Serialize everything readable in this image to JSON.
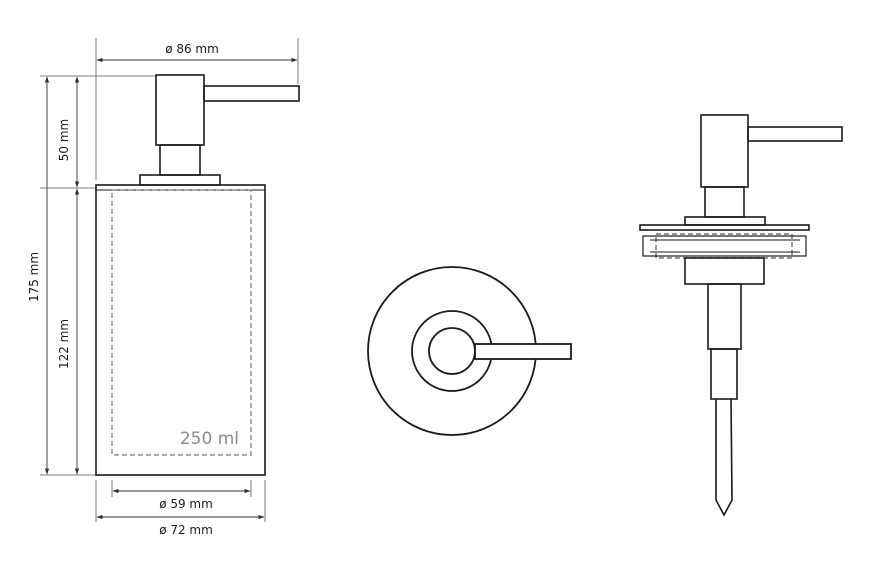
{
  "dimensions": {
    "top_width": "ø 86 mm",
    "total_height": "175 mm",
    "pump_height": "50 mm",
    "body_height": "122 mm",
    "inner_width": "ø 59 mm",
    "outer_width": "ø 72 mm"
  },
  "capacity": "250 ml",
  "colors": {
    "line": "#1a1a1a",
    "dimension_line": "#333333",
    "hidden_line": "#777777",
    "capacity_text": "#8a8a8a"
  }
}
